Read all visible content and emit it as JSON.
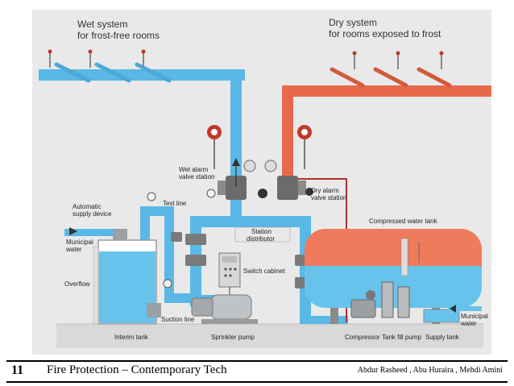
{
  "labels": {
    "wet_system": "Wet system",
    "wet_system_sub": "for frost-free rooms",
    "dry_system": "Dry system",
    "dry_system_sub": "for rooms exposed to frost",
    "wet_alarm_1": "Wet alarm",
    "wet_alarm_2": "valve station",
    "dry_alarm_1": "Dry alarm",
    "dry_alarm_2": "valve station",
    "test_line": "Test line",
    "auto_supply_1": "Automatic",
    "auto_supply_2": "supply device",
    "municipal_left_1": "Municipal",
    "municipal_left_2": "water",
    "overflow": "Overflow",
    "station_1": "Station",
    "station_2": "distributor",
    "switch_cabinet": "Switch cabinet",
    "compressed_tank": "Compressed water tank",
    "suction_line": "Suction line",
    "interim_tank": "Interim tank",
    "sprinkler_pump": "Sprinkler pump",
    "compressor": "Compressor",
    "tank_fill_pump": "Tank fill pump",
    "supply_tank": "Supply tank",
    "municipal_right_1": "Municipal",
    "municipal_right_2": "water"
  },
  "footer": {
    "slide_number": "11",
    "title": "Fire Protection – Contemporary Tech",
    "authors": "Abdur Rasheed , Abu Huraira , Mehdi Amini"
  },
  "colors": {
    "wet_pipe": "#5ab8e6",
    "dry_pipe": "#e8694a",
    "water": "#67c3ec",
    "tank_air": "#f07a5c",
    "background": "#e9e9e9",
    "floor": "#d6d6d6"
  }
}
